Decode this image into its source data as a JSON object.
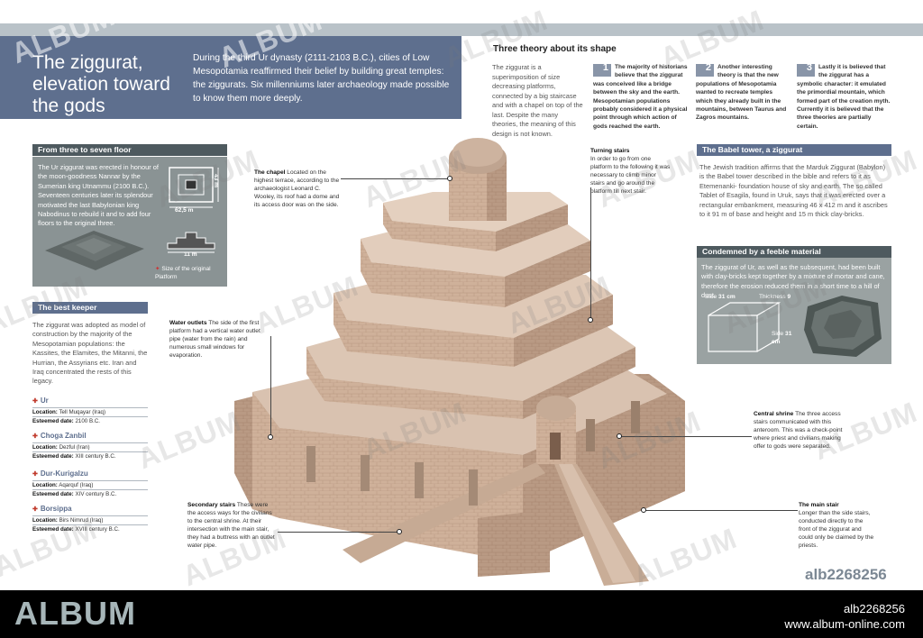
{
  "header": {
    "title": "The ziggurat, elevation toward the gods",
    "intro": "During the third Ur dynasty (2111-2103 B.C.), cities of Low Mesopotamia reaffirmed their belief by building great temples: the ziggurats. Six millenniums later archaeology made possible to know them more deeply."
  },
  "theories": {
    "heading": "Three theory about its shape",
    "intro": "The ziggurat is a superimposition of size decreasing platforms, connected by a big staircase and with a chapel on top of the last. Despite the many theories, the meaning of this design is not known.",
    "items": [
      {
        "num": "1",
        "text": "The majority of historians believe that the ziggurat was conceived like a bridge between the sky and the earth. Mesopotamian populations probably considered it a physical point through which action of gods reached the earth."
      },
      {
        "num": "2",
        "text": "Another interesting theory is that the new populations of Mesopotamia wanted to recreate temples which they already built in the mountains, between Taurus and Zagros mountains."
      },
      {
        "num": "3",
        "text": "Lastly it is believed that the ziggurat has a symbolic character: it emulated the primordial mountain, which formed part of the creation myth. Currently it is believed that the three theories are partially certain."
      }
    ]
  },
  "floors": {
    "heading": "From three to seven floor",
    "text": "The Ur ziggurat was erected in honour of the moon-goodness Nannar by the Sumerian king Utnammu (2100 B.C.). Seventeen centuries later its splendour motivated the last Babylonian king Nabodinus to rebuild it and to add four floors to the original three.",
    "dim_width": "62,5 m",
    "dim_depth": "43 m",
    "dim_height": "11 m",
    "caption": "Size of the original Platform"
  },
  "keeper": {
    "heading": "The best keeper",
    "text": "The ziggurat was adopted as model of construction by the majority of the Mesopotamian populations: the Kassites, the Elamites, the Mitanni, the Hurrian, the Assyrians etc. Iran and Iraq concentrated the rests of this legacy."
  },
  "sites": [
    {
      "name": "Ur",
      "location": "Tell Muqayar (Iraq)",
      "date": "2100 B.C."
    },
    {
      "name": "Choga Zanbil",
      "location": "Dezful (Iran)",
      "date": "XIII century B.C."
    },
    {
      "name": "Dur-Kurigalzu",
      "location": "Aqarquf (Iraq)",
      "date": "XIV century B.C."
    },
    {
      "name": "Borsippa",
      "location": "Birs Nimrud (Iraq)",
      "date": "XVIII century B.C."
    }
  ],
  "site_labels": {
    "location": "Location:",
    "date": "Esteemed date:"
  },
  "babel": {
    "heading": "The Babel tower, a ziggurat",
    "text": "The Jewish tradition affirms that the Marduk Ziggurat (Babylon) is the Babel tower described in the bible and refers to it as Etemenanki- foundation house of sky and earth. The so called Tablet of Esagila, found in Uruk, says that it was erected over a rectangular embankment, measuring 46 x 412 m and it ascribes to it 91 m of base and height and 15 m thick clay-bricks."
  },
  "material": {
    "heading": "Condemned by a feeble material",
    "text": "The ziggurat of Ur, as well as the subsequent, had been built with clay-bricks kept together by a mixture of mortar and cane, therefore the erosion reduced them in a short time to a hill of dust.",
    "side_label": "Side",
    "side_value": "31 cm",
    "thickness_label": "Thickness",
    "thickness_value": "9",
    "side2_label": "Side",
    "side2_value": "31 cm"
  },
  "annotations": {
    "chapel_title": "The chapel",
    "chapel_text": "Located on the highest terrace, according to the archaeologist Leonard C. Wooley, its roof had a dome and its access door was on the side.",
    "turning_title": "Turning stairs",
    "turning_text": "In order to go from one platform to the following it was necessary to climb minor stairs and go around the platform till next stair.",
    "water_title": "Water outlets",
    "water_text": "The side of the first platform had a vertical water outlet pipe (water from the rain) and numerous small windows for evaporation.",
    "shrine_title": "Central shrine",
    "shrine_text": "The three access stairs communicated with this anteroom. This was a check-point where priest and civilians making offer to gods were separated.",
    "secondary_title": "Secondary stairs",
    "secondary_text": "These were the access ways for the civilians to the central shrine. At their intersection with the main stair, they had a buttress with an outlet water pipe.",
    "main_title": "The main stair",
    "main_text": "Longer than the side stairs, conducted directly to the front of the ziggurat and could only be claimed by the priests."
  },
  "watermark": "ALBUM",
  "footer": {
    "logo": "ALBUM",
    "id": "alb2268256",
    "url": "www.album-online.com",
    "big_id": "alb2268256"
  },
  "colors": {
    "accent": "#5e6f8e",
    "panel": "#8a9394",
    "brick": "#c9a98f"
  }
}
